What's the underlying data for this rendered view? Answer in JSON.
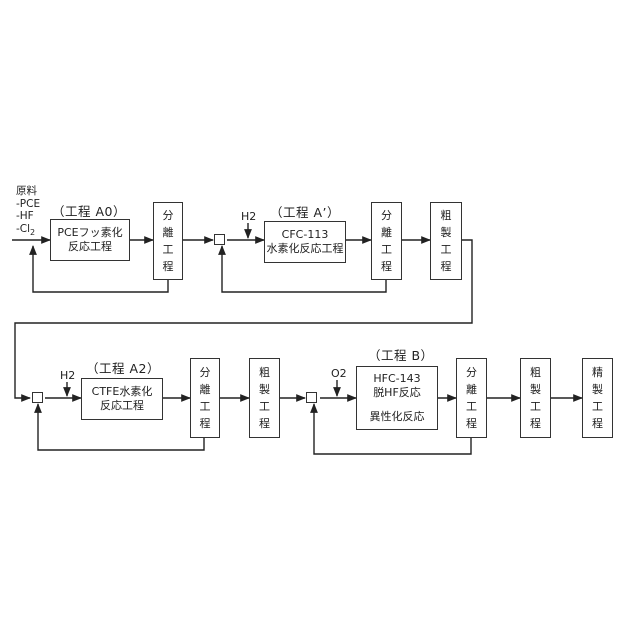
{
  "feed": {
    "title": "原料",
    "items": [
      "-PCE",
      "-HF",
      "-Cl2"
    ]
  },
  "steps": {
    "a0": "（工程 A0）",
    "a_prime": "（工程 A’）",
    "a2": "（工程 A2）",
    "b": "（工程 B）"
  },
  "reagents": {
    "h2_a": "H2",
    "h2_b": "H2",
    "o2": "O2"
  },
  "boxes": {
    "pce": [
      "PCEフッ素化",
      "反応工程"
    ],
    "cfc": [
      "CFC-113",
      "水素化反応工程"
    ],
    "ctfe": [
      "CTFE水素化",
      "反応工程"
    ],
    "hfc": [
      "HFC-143",
      "脱HF反応",
      "",
      "異性化反応"
    ],
    "separation": [
      "分",
      "離",
      "工",
      "程"
    ],
    "crude": [
      "粗",
      "製",
      "工",
      "程"
    ],
    "fine": [
      "精",
      "製",
      "工",
      "程"
    ]
  }
}
